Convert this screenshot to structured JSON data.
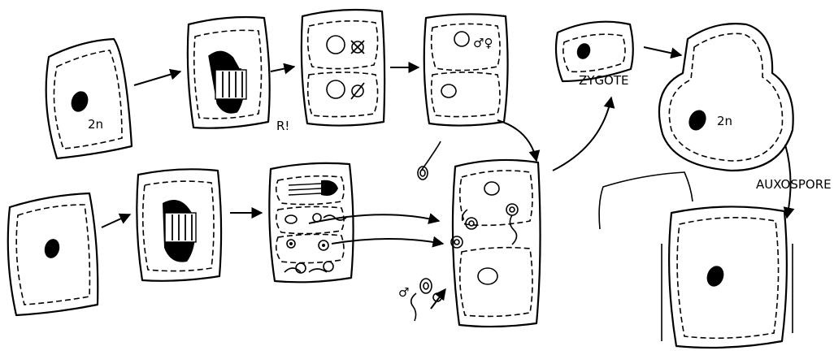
{
  "labels": {
    "ploidy_diploid_cell": "2n",
    "ploidy_auxospore": "2n",
    "reduction_mark": "R!",
    "zygote": "ZYGOTE",
    "auxospore": "AUXOSPORE",
    "gamete_top": "♂♀",
    "gamete_bottom": "♂"
  },
  "colors": {
    "line": "#000000",
    "background": "#ffffff"
  }
}
